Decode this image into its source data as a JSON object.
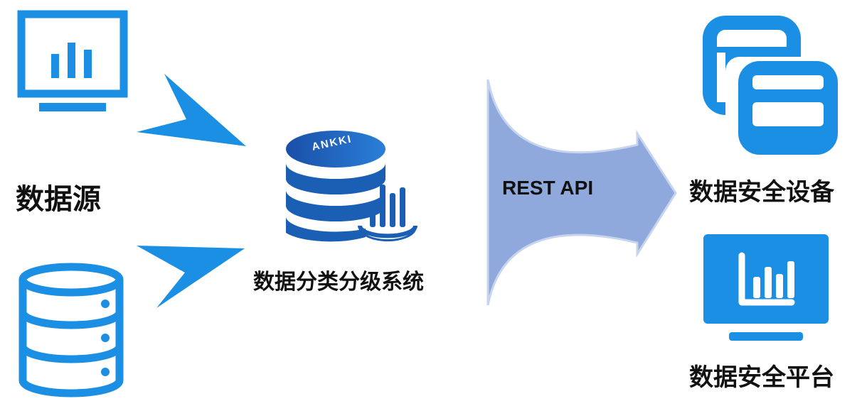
{
  "diagram": {
    "source": {
      "label": "数据源"
    },
    "center": {
      "label": "数据分类分级系统",
      "brand": "ANKKI"
    },
    "connector": {
      "label": "REST API"
    },
    "targets": [
      {
        "label": "数据安全设备"
      },
      {
        "label": "数据安全平台"
      }
    ],
    "colors": {
      "primary_blue": "#1a8fe3",
      "dark_blue": "#1a5fb4",
      "funnel_fill": "#8fa9dc"
    },
    "icons": {
      "source_top": "monitor-chart-icon",
      "source_bottom": "database-icon",
      "center": "database-chart-icon",
      "target_top": "linked-windows-icon",
      "target_bottom": "monitor-chart-icon"
    }
  }
}
